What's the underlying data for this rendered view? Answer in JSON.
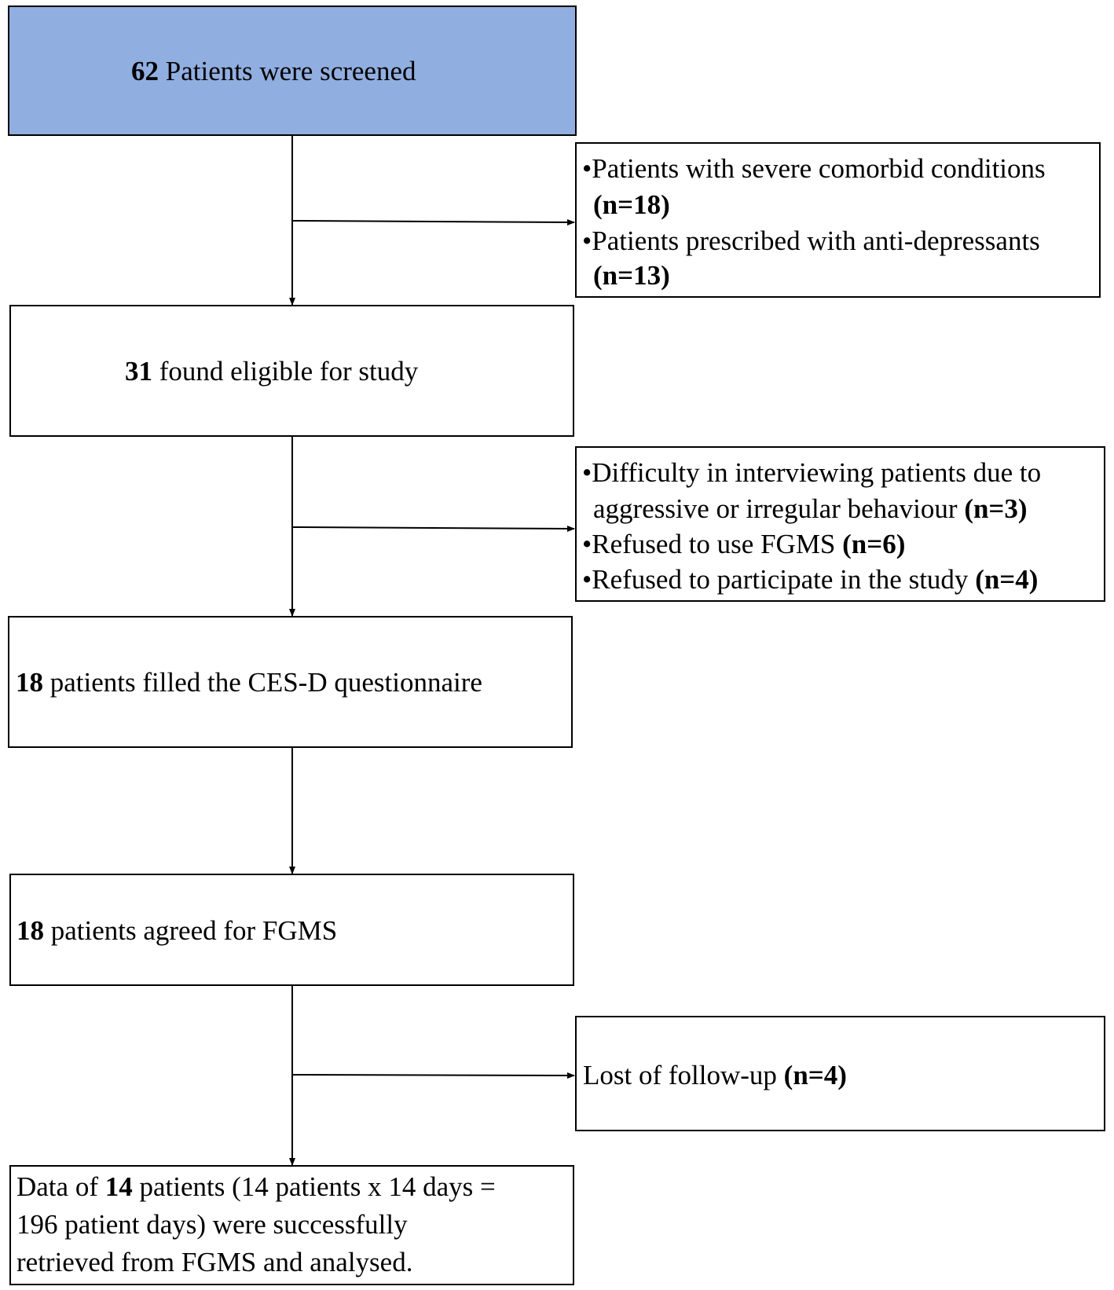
{
  "colors": {
    "top_box_fill": "#91aee0",
    "line": "#000000"
  },
  "steps": {
    "screened": {
      "count": "62",
      "label": " Patients were screened"
    },
    "eligible": {
      "count": "31",
      "label": " found eligible for study"
    },
    "cesd": {
      "count": "18",
      "label": " patients filled the CES-D questionnaire"
    },
    "fgms": {
      "count": "18",
      "label": " patients agreed for FGMS"
    },
    "final": {
      "line1_pre": "Data of ",
      "line1_count": "14",
      "line1_post": " patients (14 patients x 14 days =",
      "line2": "196 patient days) were successfully",
      "line3": "retrieved from FGMS and analysed."
    }
  },
  "exclusions": {
    "first": {
      "item1": "•Patients with severe comorbid conditions",
      "item1_n": "(n=18)",
      "item2": "•Patients prescribed with anti-depressants",
      "item2_n": "(n=13)"
    },
    "second": {
      "item1_line1": "•Difficulty in interviewing patients due to",
      "item1_line2": "aggressive or irregular behaviour ",
      "item1_n": "(n=3)",
      "item2": "•Refused to use FGMS ",
      "item2_n": "(n=6)",
      "item3": "•Refused to participate in the study ",
      "item3_n": "(n=4)"
    },
    "third": {
      "label": "Lost of follow-up ",
      "n": "(n=4)"
    }
  }
}
